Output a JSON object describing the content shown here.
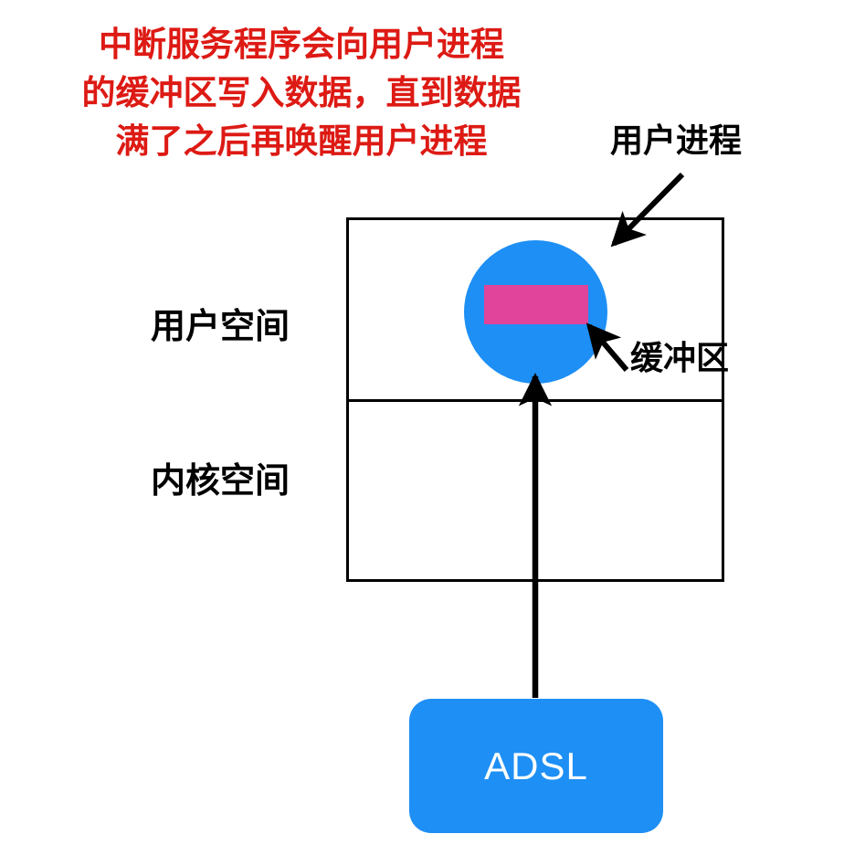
{
  "diagram": {
    "title_lines": [
      "中断服务程序会向用户进程",
      "的缓冲区写入数据，直到数据",
      "满了之后再唤醒用户进程"
    ],
    "labels": {
      "user_space": "用户空间",
      "kernel_space": "内核空间",
      "user_process": "用户进程",
      "buffer": "缓冲区"
    },
    "nodes": {
      "adsl": "ADSL"
    },
    "colors": {
      "title_red": "#dd1a14",
      "process_blue": "#1e8ff5",
      "buffer_pink": "#e0449b",
      "adsl_blue": "#1e8ff5",
      "outline_black": "#000000",
      "adsl_text": "#ffffff"
    }
  }
}
